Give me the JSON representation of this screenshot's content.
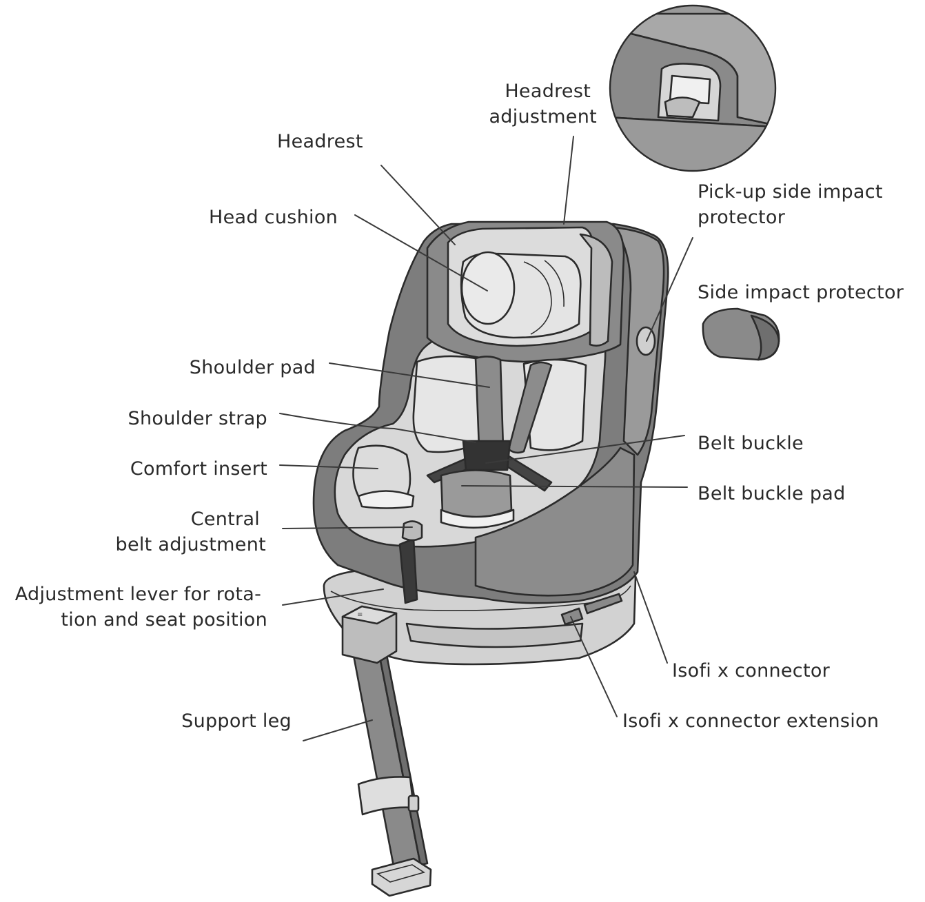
{
  "labels": {
    "headrest_adjustment": [
      "Headrest",
      "adjustment"
    ],
    "headrest": "Headrest",
    "head_cushion": "Head cushion",
    "pickup_side_impact": [
      "Pick-up side impact",
      "protector"
    ],
    "side_impact_protector": "Side impact protector",
    "shoulder_pad": "Shoulder pad",
    "shoulder_strap": "Shoulder strap",
    "comfort_insert": "Comfort insert",
    "belt_buckle": "Belt buckle",
    "belt_buckle_pad": "Belt buckle pad",
    "central_belt_adjustment": [
      "Central",
      "belt adjustment"
    ],
    "adjustment_lever": [
      "Adjustment lever for rota-",
      "tion and seat position"
    ],
    "isofix_connector": "Isofi x connector",
    "isofix_connector_extension": "Isofi x connector extension",
    "support_leg": "Support leg"
  },
  "colors": {
    "shell_dark": "#7a7a7a",
    "shell_mid": "#9b9b9b",
    "fabric_light": "#d9d9d9",
    "fabric_lighter": "#e8e8e8",
    "base_light": "#cfcfcf",
    "outline": "#2b2b2b"
  }
}
